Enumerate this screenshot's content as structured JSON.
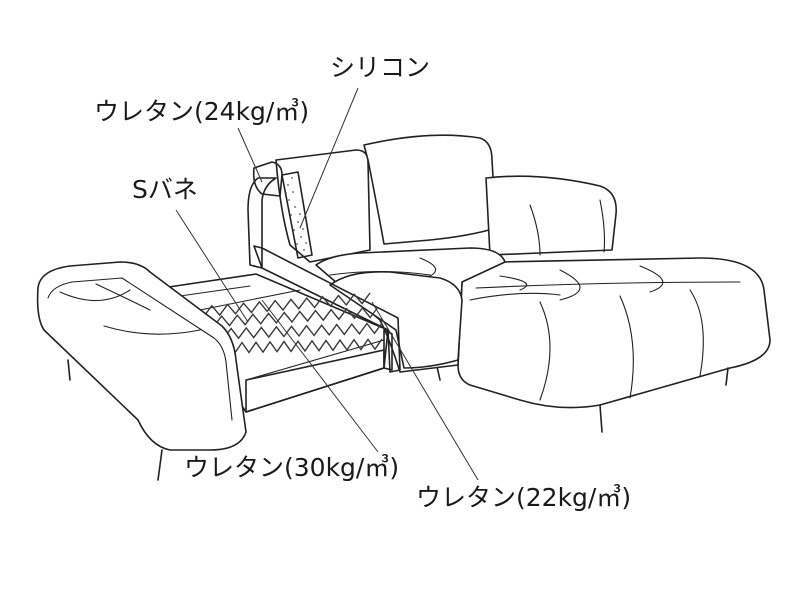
{
  "labels": {
    "silicone": "シリコン",
    "urethane_back": "ウレタン(24kg/㎥)",
    "s_spring": "Sバネ",
    "urethane_base": "ウレタン(30kg/㎥)",
    "urethane_seat": "ウレタン(22kg/㎥)"
  },
  "colors": {
    "wood_frame": "#D7B25A",
    "urethane_blue": "#7FD3EA",
    "spring_zigzag": "#3A3A3A",
    "gray_layer": "#8C8C8C",
    "line": "#222222"
  }
}
